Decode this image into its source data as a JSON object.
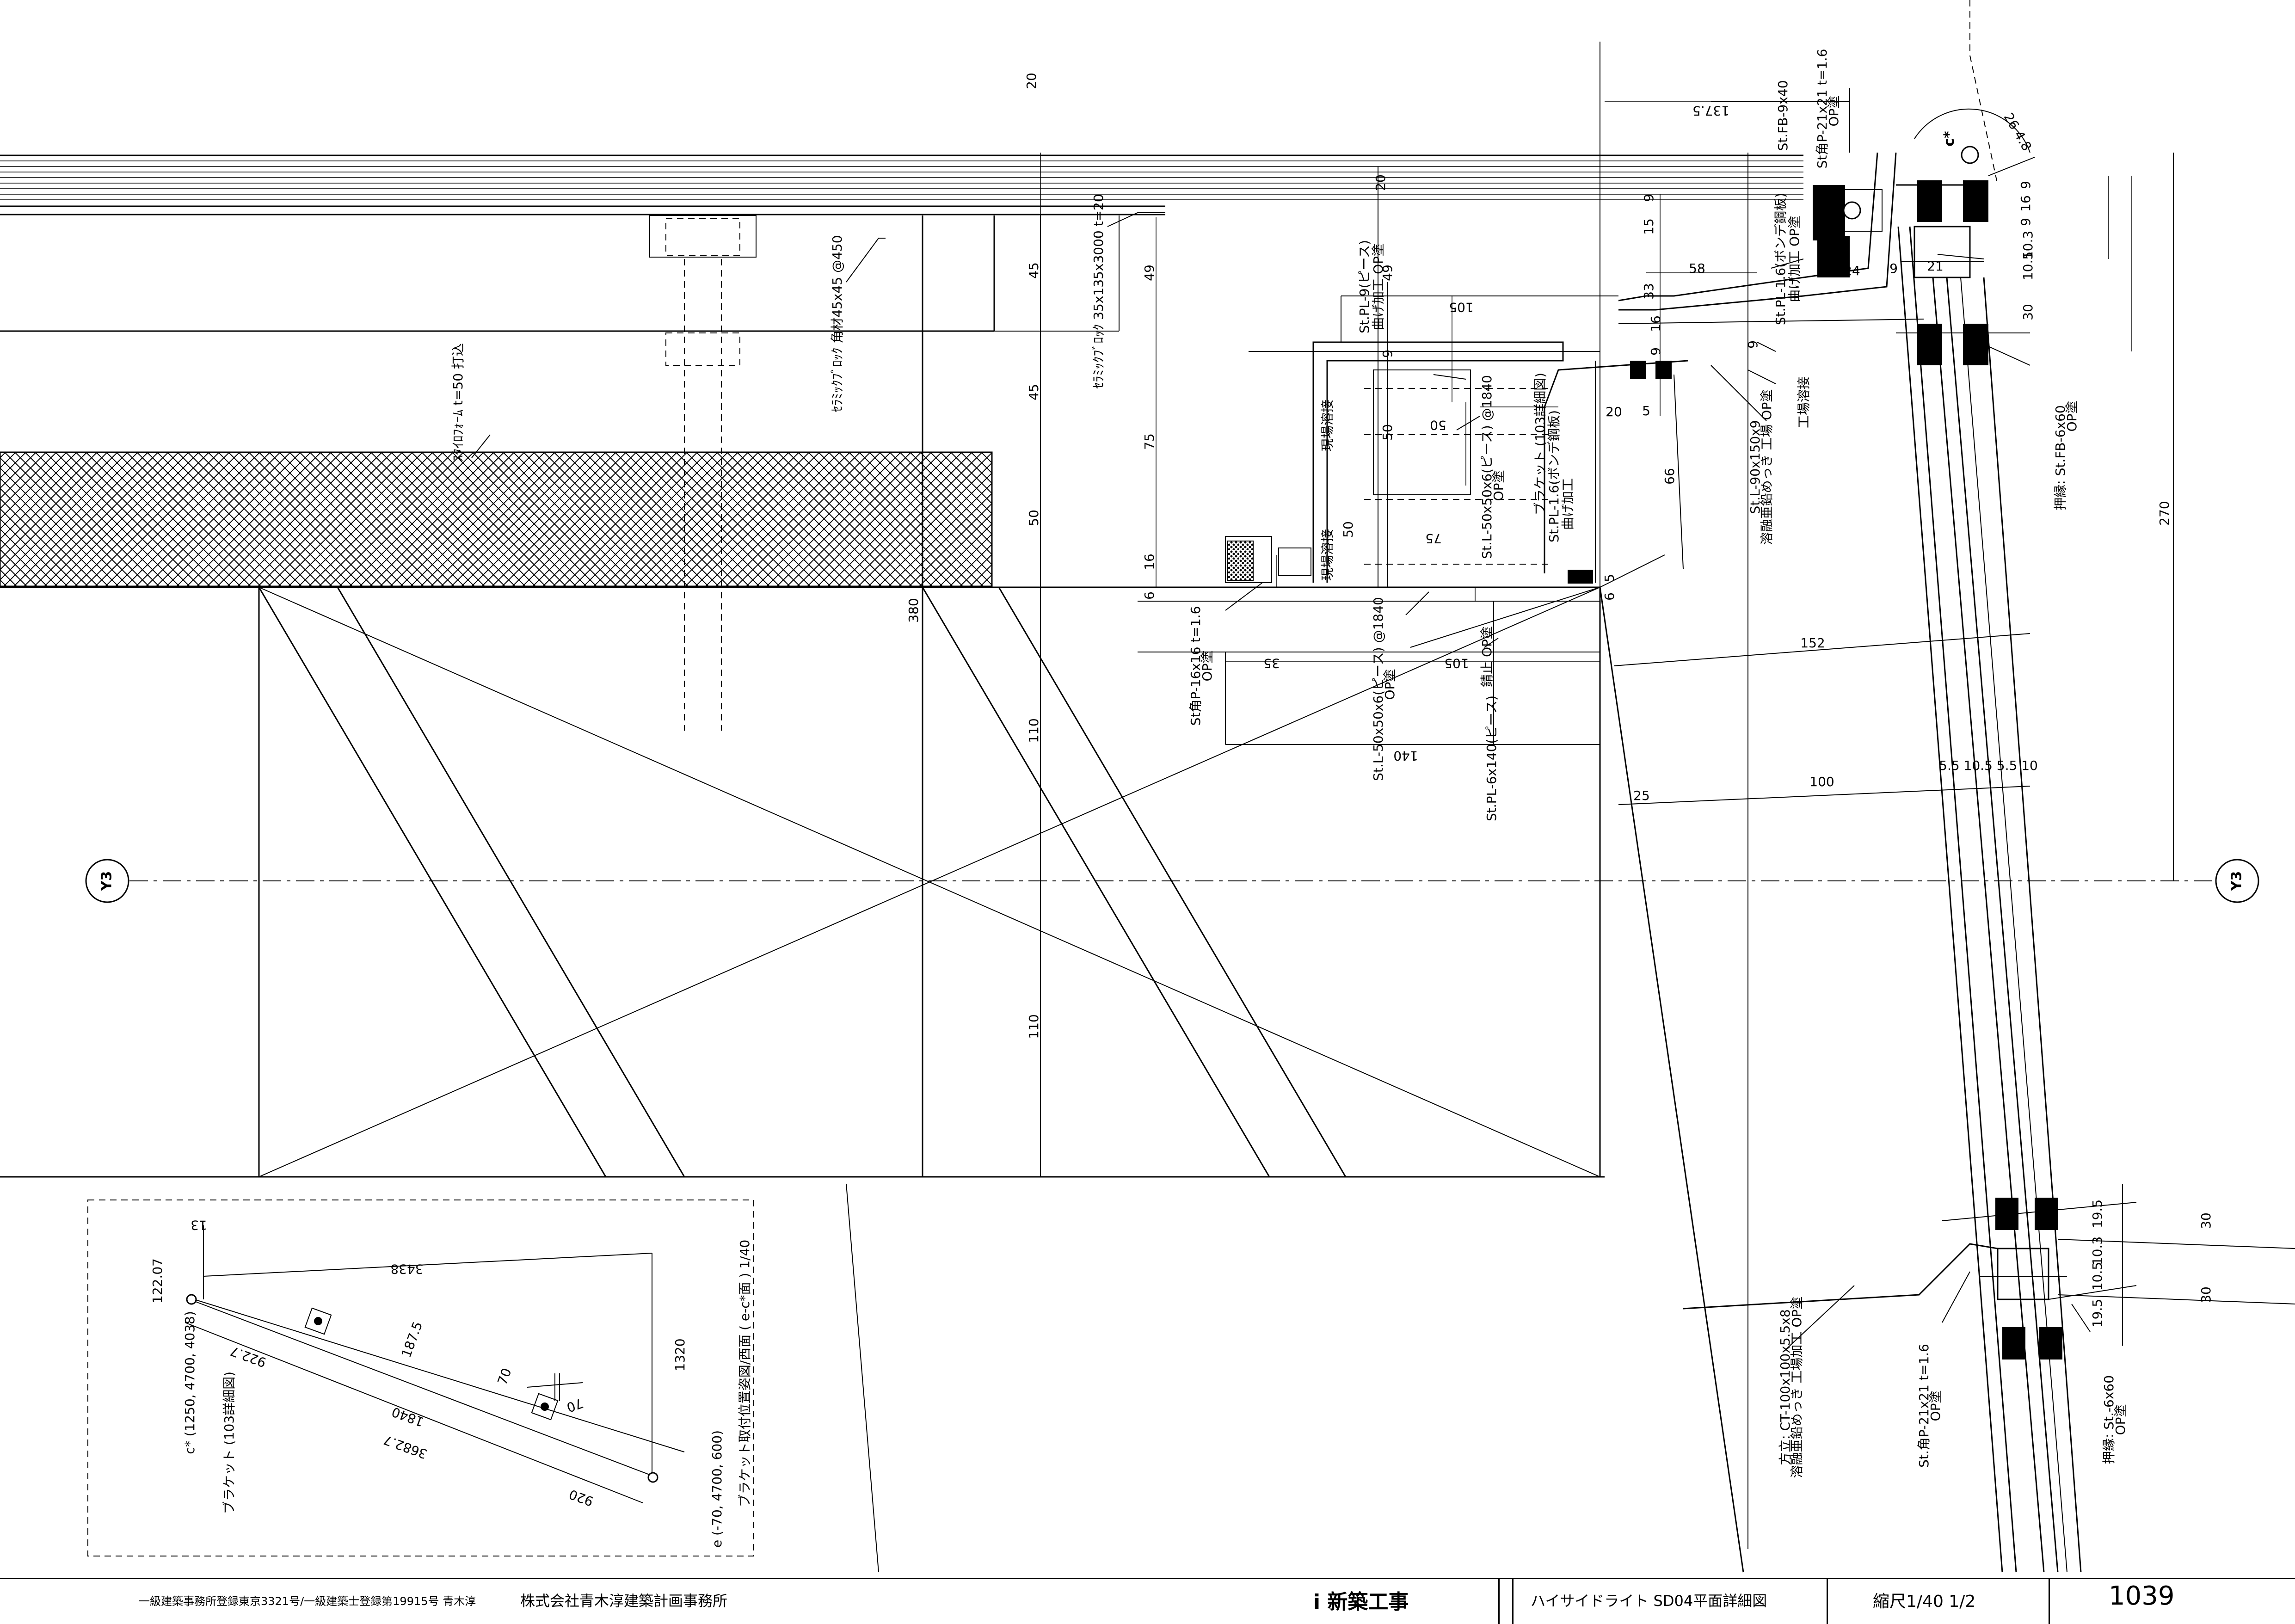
{
  "grid": {
    "y3_left": "Y3",
    "y3_right": "Y3",
    "c_star": "c*"
  },
  "dims": {
    "d20_top": "20",
    "d137": "137.5",
    "d20_mid": "20",
    "d45a": "45",
    "d45b": "45",
    "d50": "50",
    "d49": "49",
    "d75": "75",
    "d16": "16",
    "d6a": "6",
    "d380": "380",
    "d110a": "110",
    "d110b": "110",
    "d105a": "105",
    "d49b": "49",
    "d9a": "9",
    "d50b": "50",
    "d50c": "50",
    "d50d": "50",
    "d75b": "75",
    "d35": "35",
    "d105b": "105",
    "d140": "140",
    "d15": "15",
    "d9b": "9",
    "d33": "33",
    "d58": "58",
    "d16b": "16",
    "d9c": "9",
    "d9d": "9",
    "d20b": "20",
    "d5a": "5",
    "d66": "66",
    "d6b": "6",
    "d5b": "5",
    "d24": "24",
    "d9e": "9",
    "d21": "21",
    "d9f": "9",
    "d16c": "16",
    "d9g": "9",
    "d103": "10.3",
    "d105c": "10.5",
    "d30": "30",
    "d270": "270",
    "d152": "152",
    "d25": "25",
    "d100": "100",
    "d55": "5.5 10.5 5.5 10",
    "d264": "26 4.8",
    "d195a": "19.5",
    "d103b": "10.3",
    "d105d": "10.5",
    "d195b": "19.5",
    "d30b": "30",
    "d30c": "30"
  },
  "notes": {
    "n_fb940": "St.FB-9x40",
    "n_kaku21": "St角P-21x21 t=1.6",
    "n_ok1": "OP塗",
    "n_pl9": "St.PL-9(ピース)",
    "n_pl9b": "曲げ加工 OP塗",
    "n_pl16a": "St.PL-1.6(ボンデ鋼板)",
    "n_pl16a2": "曲げ加工 OP塗",
    "n_pl16b": "St.PL-1.6(ボンデ鋼板)",
    "n_pl16b2": "曲げ加工",
    "n_fb6": "押縁: St.FB-6x60",
    "n_fb6b": "OP塗",
    "n_kouji": "工場溶接",
    "n_genba": "現場溶接",
    "n_genba2": "現場溶接",
    "n_l90": "St.L-90x150x9",
    "n_l90b": "溶融亜鉛めっき 工場 OP塗",
    "n_l50a": "St.L-50x50x6(ピース) @1840",
    "n_l50a2": "OP塗",
    "n_l50b": "St.L-50x50x6(ピース) @1840",
    "n_l50b2": "OP塗",
    "n_pl6": "St.PL-6x140(ピース)",
    "n_pl6b": "錆止 OP塗",
    "n_kaku16": "St角P-16x16 t=1.6",
    "n_kaku16b": "OP塗",
    "n_bracket": "ブラケット (103詳細図)",
    "n_sealing": "ｾﾗﾐｯｸﾌﾞﾛｯｸ 35x135x3000 t=20",
    "n_angle45": "ｾﾗﾐｯｸﾌﾞﾛｯｸ 角材45x45 @450",
    "n_styro": "ｽﾀｲﾛﾌｫｰﾑ t=50 打込",
    "n_ct": "方立: CT-100x100x5.5x8",
    "n_ct2": "溶融亜鉛めっき 工場加工 OP塗",
    "n_kaku21b": "St.角P-21x21 t=1.6",
    "n_kaku21b2": "OP塗",
    "n_fb660": "押縁: St.-6x60",
    "n_fb660b": "OP塗"
  },
  "inset": {
    "d13": "13",
    "d12207": "122.07",
    "d3438": "3438",
    "d1320": "1320",
    "d9227": "922.7",
    "d1875": "187.5",
    "d70a": "70",
    "d70b": "70",
    "d1840": "1840",
    "d36827": "3682.7",
    "d920": "920",
    "coord1": "c* (1250, 4700, 4038)",
    "coord2": "ブラケット (103詳細図)",
    "coord3": "e (-70, 4700, 600)",
    "coord4": "ブラケット取付位置姿図/西面 ( e-c*面 ) 1/40"
  },
  "titleblock": {
    "registration": "一級建築事務所登録東京3321号/一級建築士登録第19915号 青木淳",
    "firm": "株式会社青木淳建築計画事務所",
    "project": "i 新築工事",
    "drawing_name": "ハイサイドライト SD04平面詳細図",
    "scale": "縮尺1/40 1/2",
    "sheet_no": "1039"
  }
}
